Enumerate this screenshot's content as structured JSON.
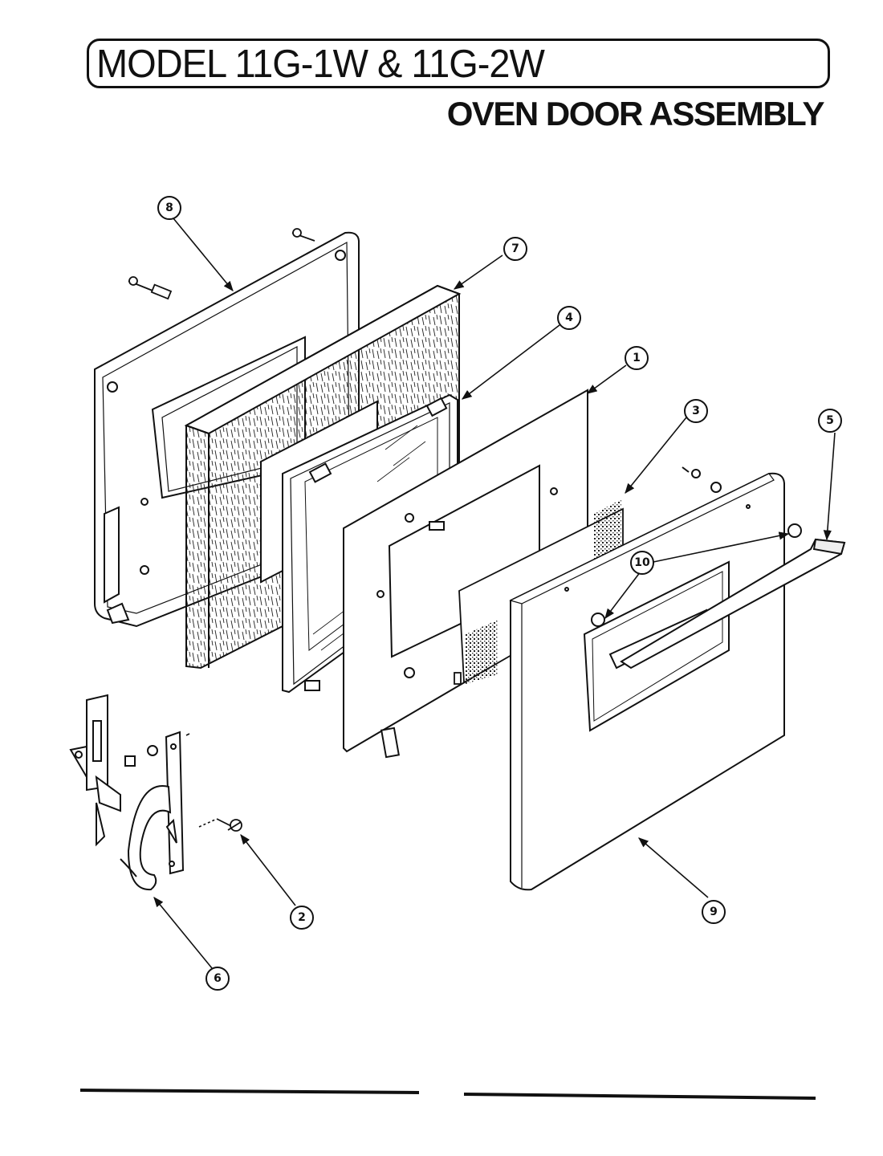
{
  "header": {
    "model_title": "MODEL 11G-1W & 11G-2W",
    "section_title": "OVEN DOOR ASSEMBLY"
  },
  "callouts": {
    "c1": "1",
    "c2": "2",
    "c3": "3",
    "c4": "4",
    "c5": "5",
    "c6": "6",
    "c7": "7",
    "c8": "8",
    "c9": "9",
    "c10": "10"
  }
}
